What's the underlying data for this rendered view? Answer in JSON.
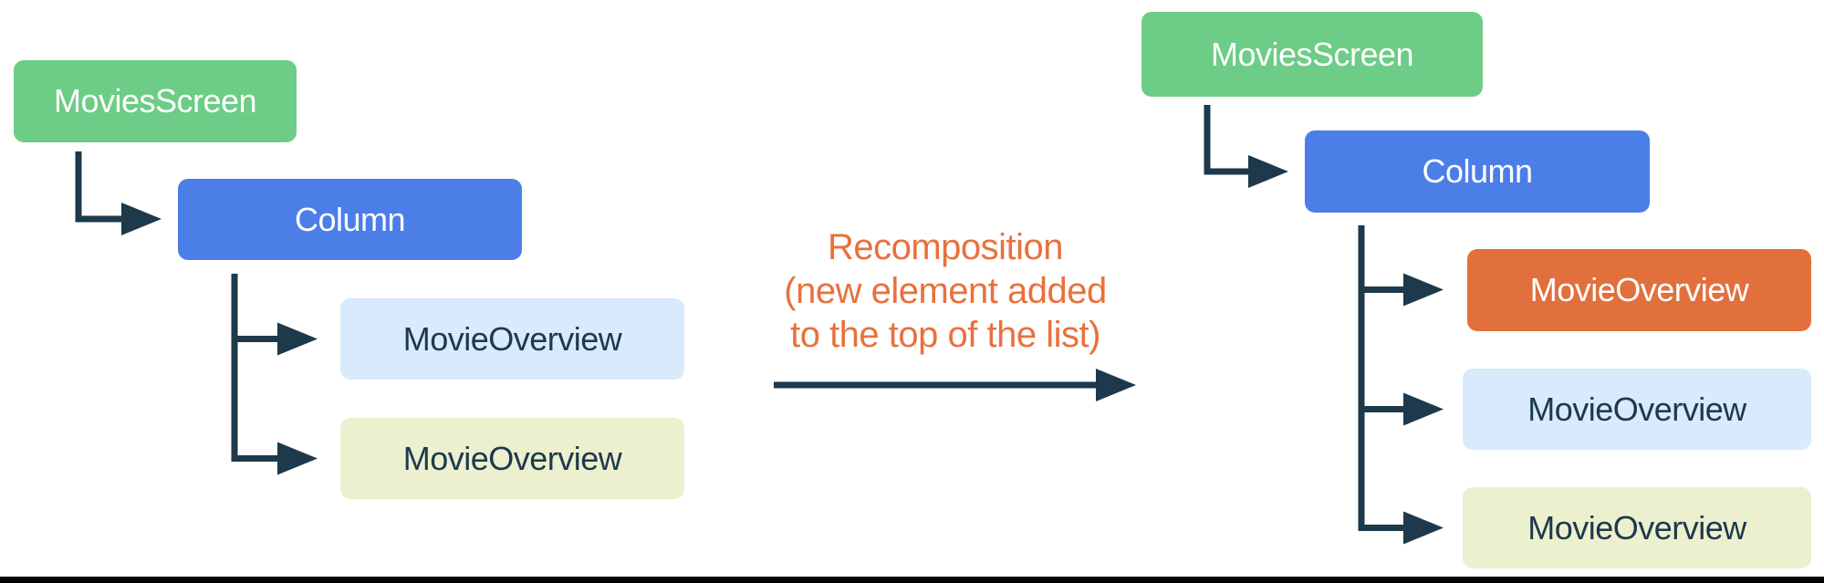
{
  "left_tree": {
    "root": {
      "label": "MoviesScreen"
    },
    "column": {
      "label": "Column"
    },
    "children": [
      {
        "label": "MovieOverview"
      },
      {
        "label": "MovieOverview"
      }
    ]
  },
  "annotation": {
    "lines": [
      "Recomposition",
      "(new element added",
      "to the top of the list)"
    ]
  },
  "right_tree": {
    "root": {
      "label": "MoviesScreen"
    },
    "column": {
      "label": "Column"
    },
    "children": [
      {
        "label": "MovieOverview"
      },
      {
        "label": "MovieOverview"
      },
      {
        "label": "MovieOverview"
      }
    ]
  },
  "colors": {
    "green_node": "#6DCC86",
    "blue_node": "#4C7EE8",
    "light_blue_node": "#D8EAFB",
    "cream_node": "#ECF0CF",
    "orange_node": "#E2703C",
    "annotation_text": "#E8713C",
    "connector": "#1D394B",
    "dark_text": "#1D394B",
    "white_text": "#FFFFFF",
    "bottom_bar": "#020202"
  }
}
